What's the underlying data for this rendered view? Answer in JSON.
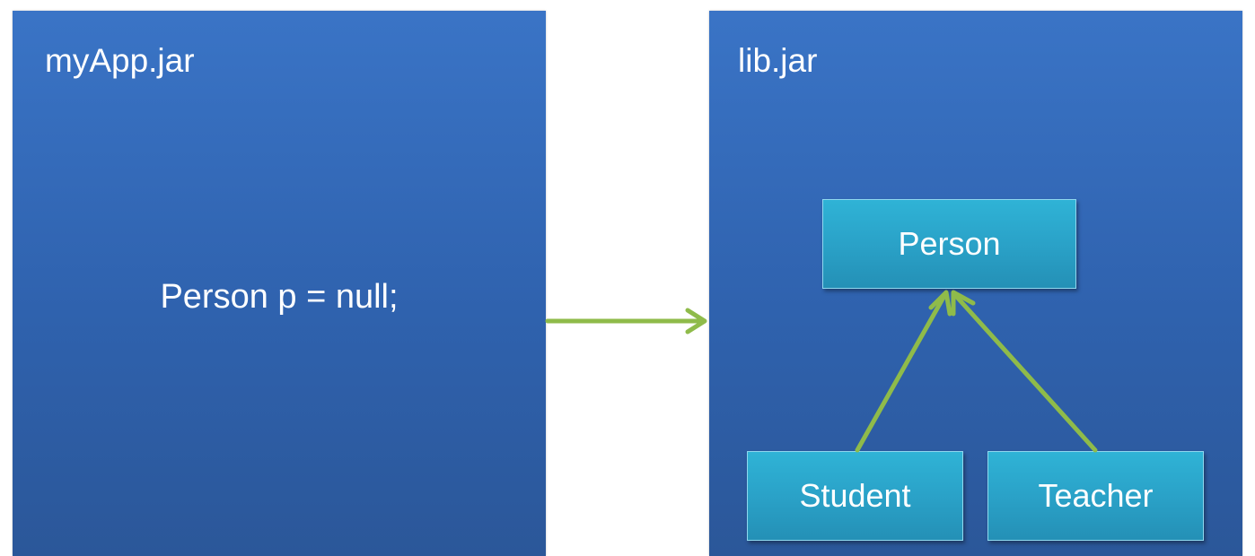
{
  "left_panel": {
    "title": "myApp.jar",
    "code": "Person p = null;"
  },
  "right_panel": {
    "title": "lib.jar",
    "classes": {
      "parent": "Person",
      "child_1": "Student",
      "child_2": "Teacher"
    }
  },
  "colors": {
    "panel": "#3069b8",
    "class_box": "#2aa2c8",
    "arrow": "#8fbb4a",
    "text": "#ffffff"
  }
}
